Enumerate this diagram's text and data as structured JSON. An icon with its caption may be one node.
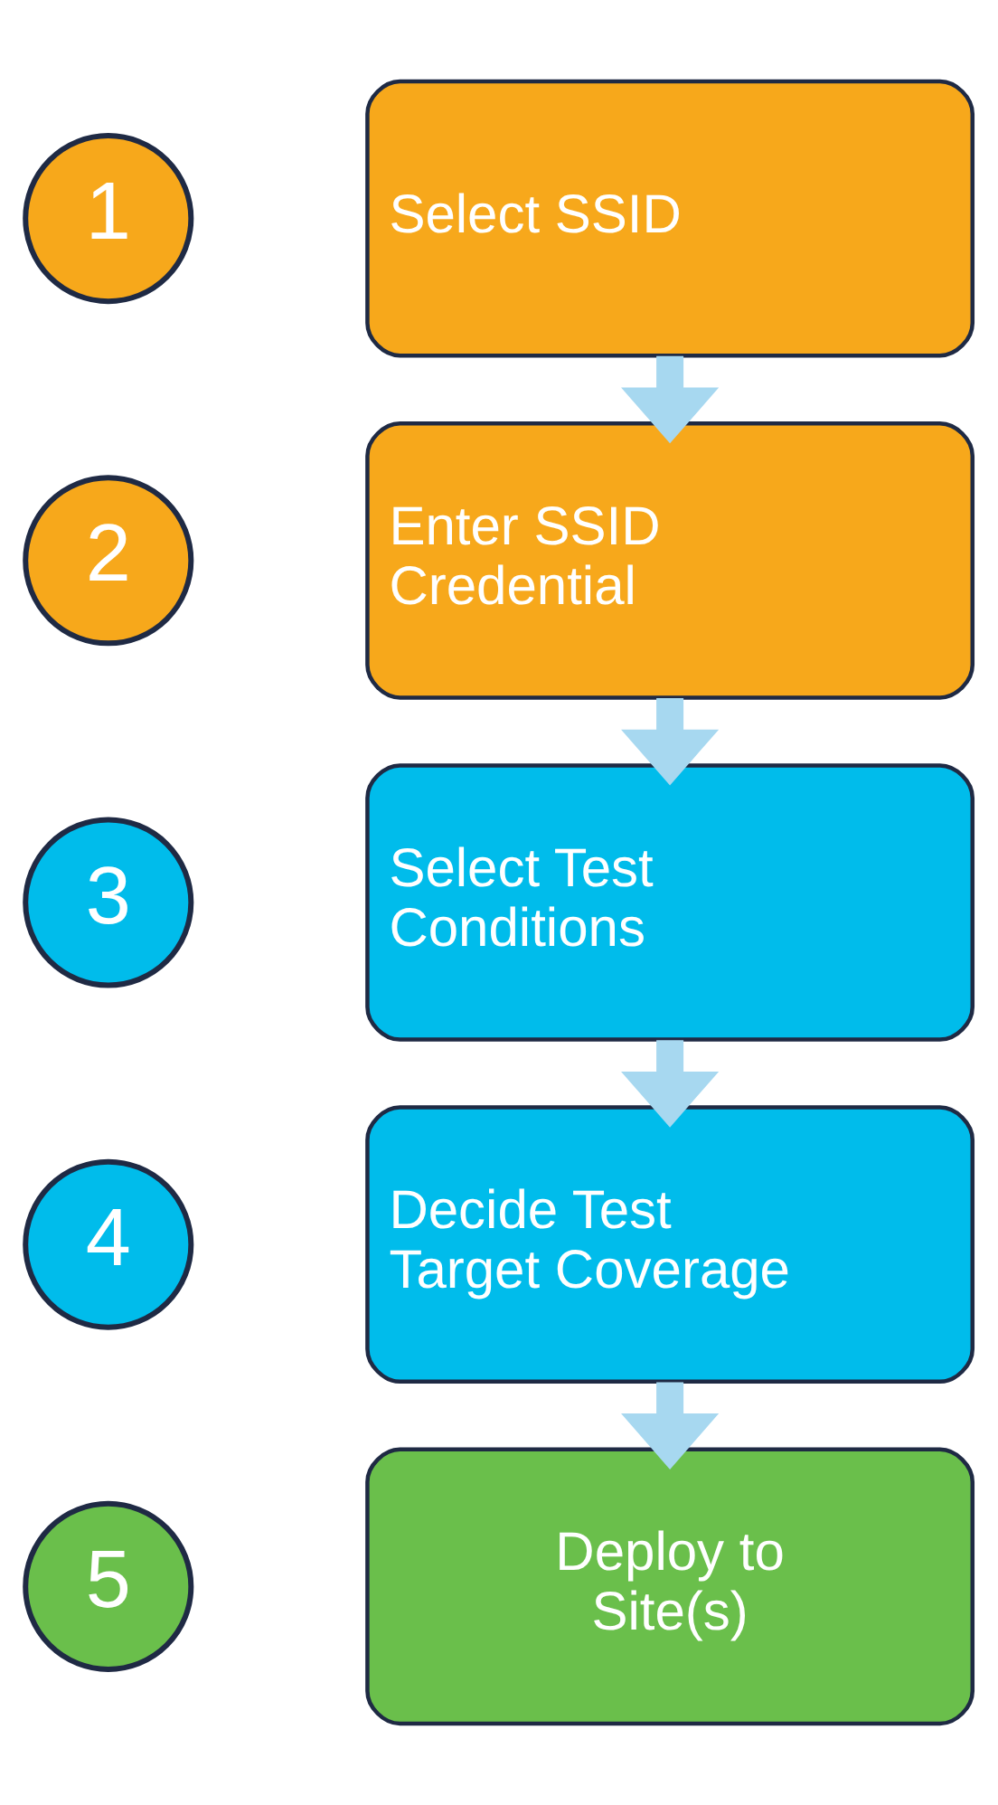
{
  "diagram": {
    "nodes": [
      {
        "text": [
          "1"
        ]
      },
      {
        "text": [
          "Select SSID"
        ]
      },
      {
        "text": [
          "2"
        ]
      },
      {
        "text": [
          "Enter SSID Credential"
        ]
      },
      {
        "text": [
          "3"
        ]
      },
      {
        "text": [
          "Select Test Conditions"
        ]
      },
      {
        "text": [
          "4"
        ]
      },
      {
        "text": [
          "Decide Test Target Coverage"
        ]
      },
      {
        "text": [
          "5"
        ]
      },
      {
        "text": [
          "Deploy to Site(s)"
        ]
      }
    ],
    "edges": [
      {
        "from": 1,
        "to": 3,
        "arrow": "to"
      },
      {
        "from": 3,
        "to": 5,
        "arrow": "to"
      },
      {
        "from": 5,
        "to": 7,
        "arrow": "to"
      },
      {
        "from": 7,
        "to": 9,
        "arrow": "to"
      }
    ]
  }
}
